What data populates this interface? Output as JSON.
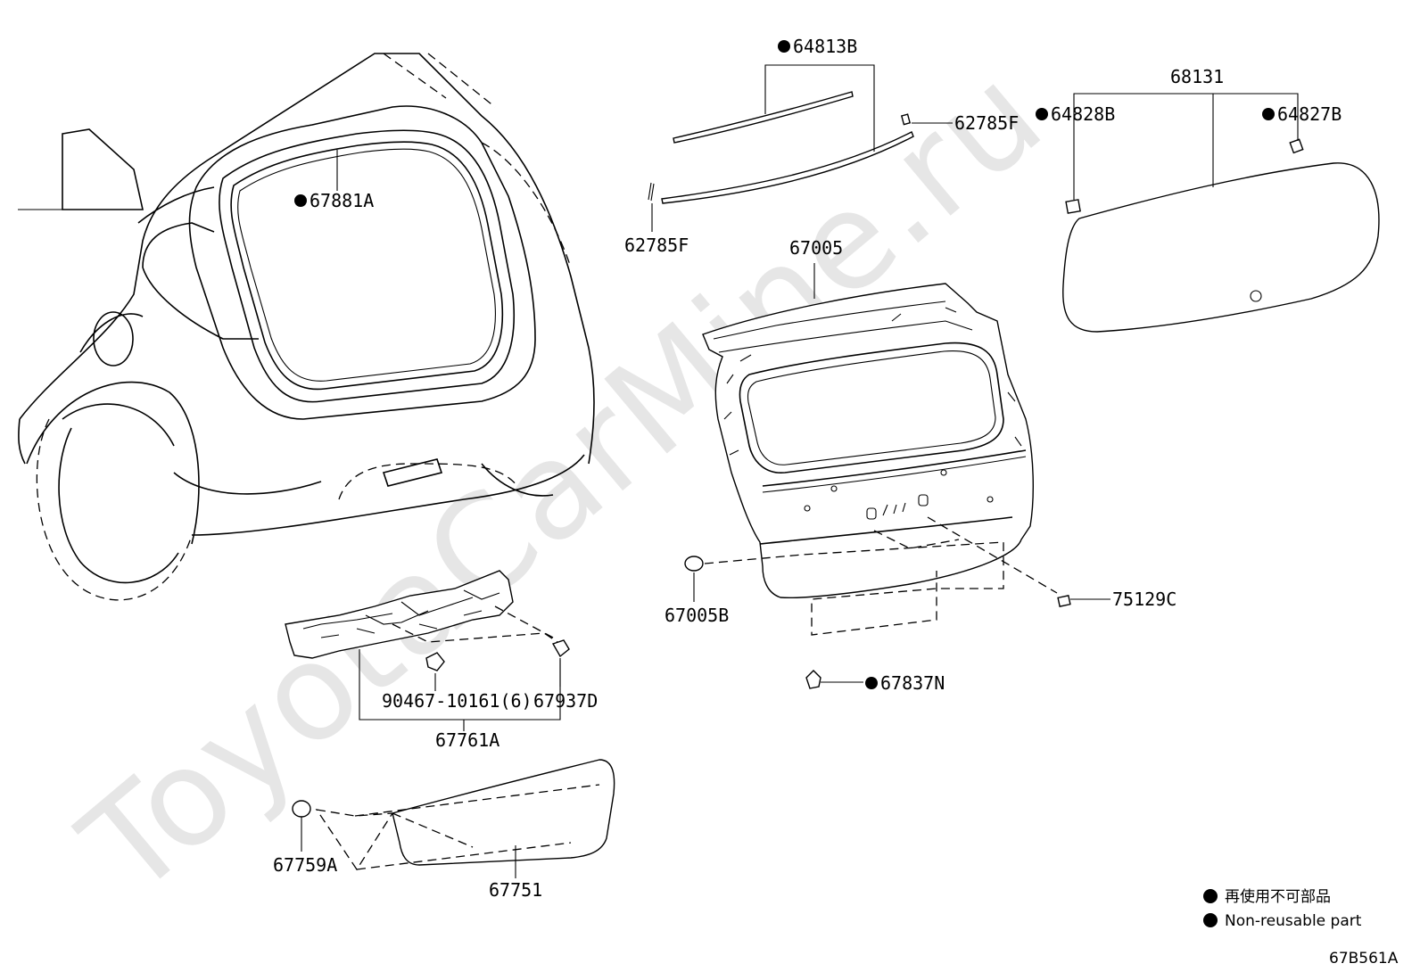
{
  "watermark": "ToyotaCarMine.ru",
  "labels": {
    "p67881A": "67881A",
    "p64813B": "64813B",
    "p62785F_right": "62785F",
    "p62785F_left": "62785F",
    "p68131": "68131",
    "p64828B": "64828B",
    "p64827B": "64827B",
    "p67005": "67005",
    "p67005B": "67005B",
    "p75129C": "75129C",
    "p67837N": "67837N",
    "p90467": "90467-10161(6)",
    "p67937D": "67937D",
    "p67761A": "67761A",
    "p67759A": "67759A",
    "p67751": "67751"
  },
  "legend": {
    "line_jp": "再使用不可部品",
    "line_en": "Non-reusable part"
  },
  "diagram_code": "67B561A"
}
